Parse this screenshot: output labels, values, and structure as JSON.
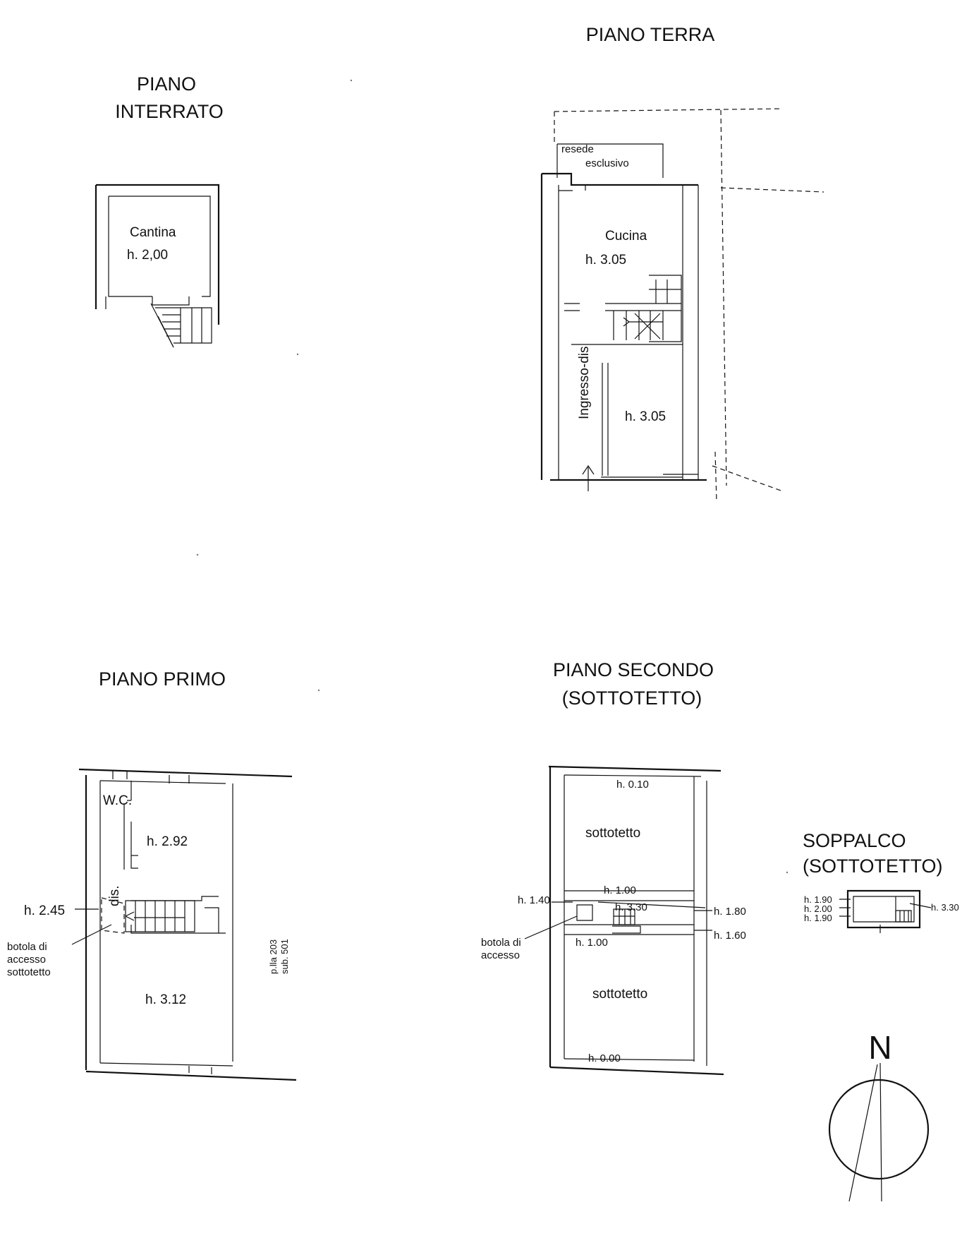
{
  "floors": {
    "interrato": {
      "title_l1": "PIANO",
      "title_l2": "INTERRATO",
      "room_name": "Cantina",
      "room_height": "h. 2,00"
    },
    "terra": {
      "title": "PIANO TERRA",
      "resede_l1": "resede",
      "resede_l2": "esclusivo",
      "kitchen_name": "Cucina",
      "kitchen_height": "h. 3.05",
      "ingresso": "Ingresso-dis",
      "room2_height": "h. 3.05"
    },
    "primo": {
      "title": "PIANO PRIMO",
      "wc": "W.C.",
      "room1_height": "h. 2.92",
      "dis": "dis.",
      "dis_height": "h. 2.45",
      "botola_l1": "botola di",
      "botola_l2": "accesso",
      "botola_l3": "sottotetto",
      "room2_height": "h. 3.12",
      "parcel_l1": "p.lla 203",
      "parcel_l2": "sub. 501"
    },
    "secondo": {
      "title_l1": "PIANO SECONDO",
      "title_l2": "(SOTTOTETTO)",
      "top_h": "h. 0.10",
      "room1_name": "sottotetto",
      "mid_h1": "h. 1.00",
      "h140": "h. 1.40",
      "h330": "h. 3.30",
      "h180": "h. 1.80",
      "h160": "h. 1.60",
      "mid_h2": "h. 1.00",
      "botola_l1": "botola di",
      "botola_l2": "accesso",
      "room2_name": "sottotetto",
      "bottom_h": "h. 0.00"
    },
    "soppalco": {
      "title_l1": "SOPPALCO",
      "title_l2": "(SOTTOTETTO)",
      "h1": "h. 1.90",
      "h2": "h. 2.00",
      "h3": "h. 1.90",
      "h4": "h. 3.30"
    }
  },
  "compass": {
    "label": "N"
  }
}
